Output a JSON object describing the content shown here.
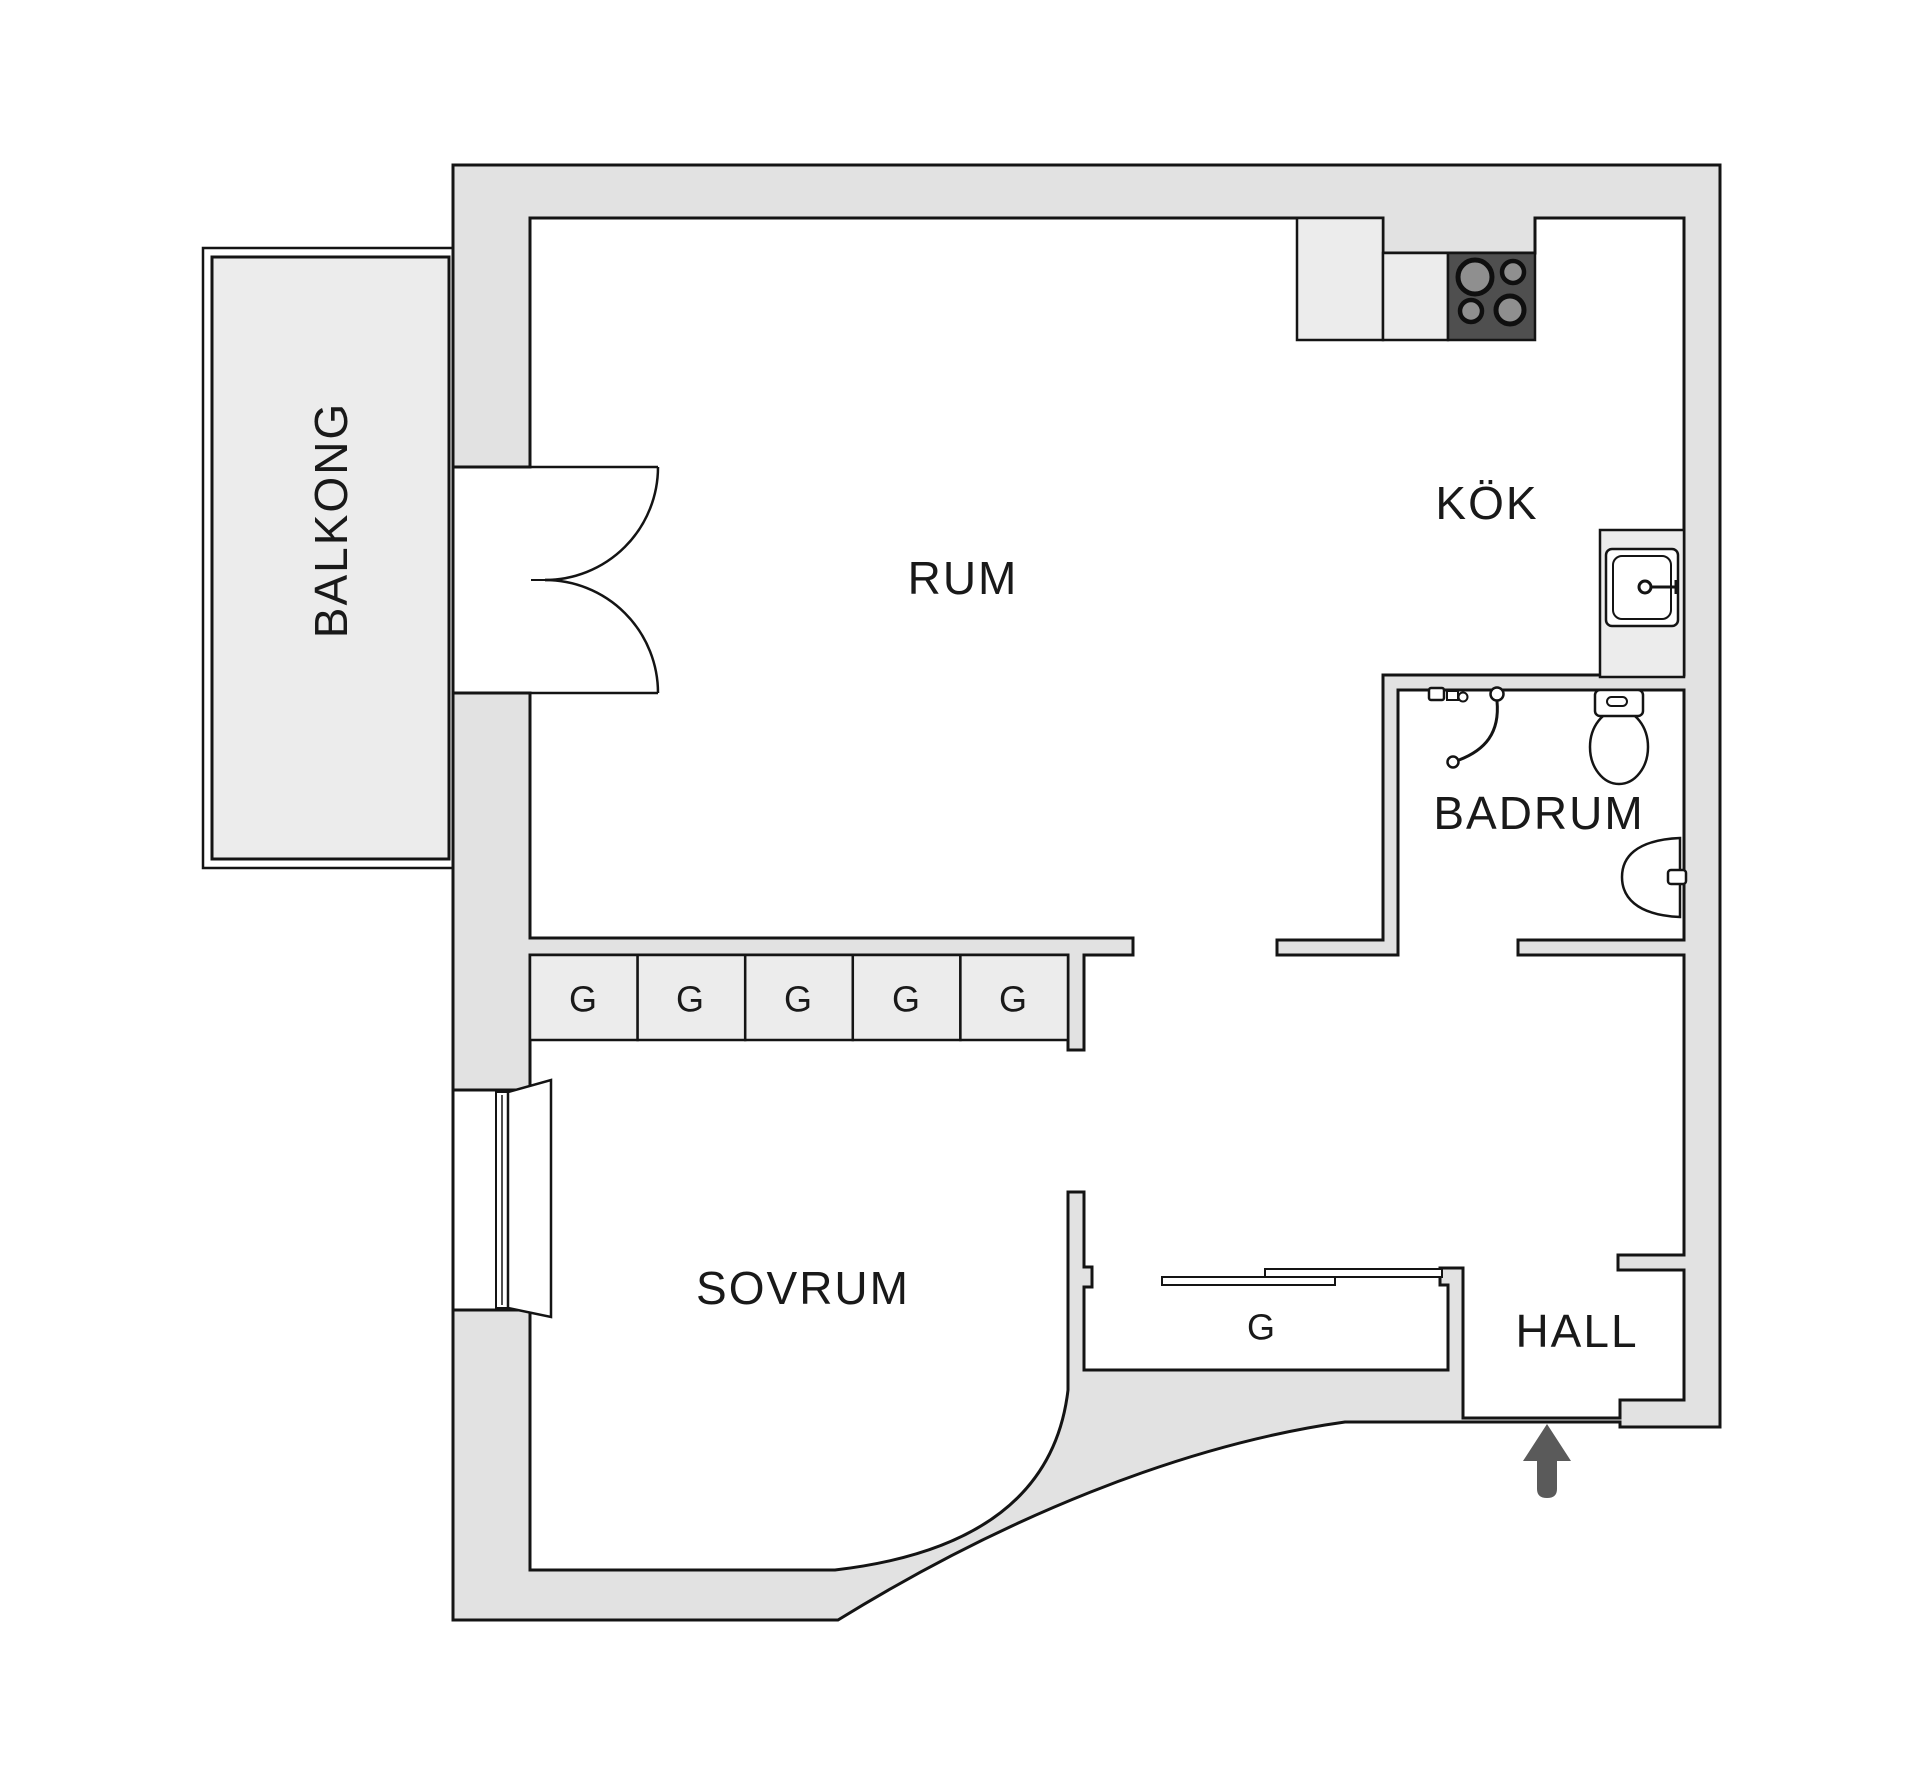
{
  "title": "Apartment floor plan",
  "rooms": {
    "balcony": "BALKONG",
    "living": "RUM",
    "kitchen": "KÖK",
    "bathroom": "BADRUM",
    "bedroom": "SOVRUM",
    "hall": "HALL"
  },
  "closets": {
    "row": [
      "G",
      "G",
      "G",
      "G",
      "G"
    ],
    "hall_closet": "G"
  },
  "fixtures": [
    "stove-4-burners",
    "kitchen-sink",
    "shower",
    "toilet",
    "wash-basin",
    "balcony-double-door",
    "bedroom-window",
    "entrance-arrow"
  ],
  "colors": {
    "wall_fill": "#e2e2e2",
    "floor_fill": "#ffffff",
    "furniture_fill": "#ececec",
    "stove_fill": "#4f4f4f",
    "burner_fill": "#8f8f8f",
    "line": "#141414",
    "arrow": "#5a5a5a",
    "text": "#191919"
  }
}
